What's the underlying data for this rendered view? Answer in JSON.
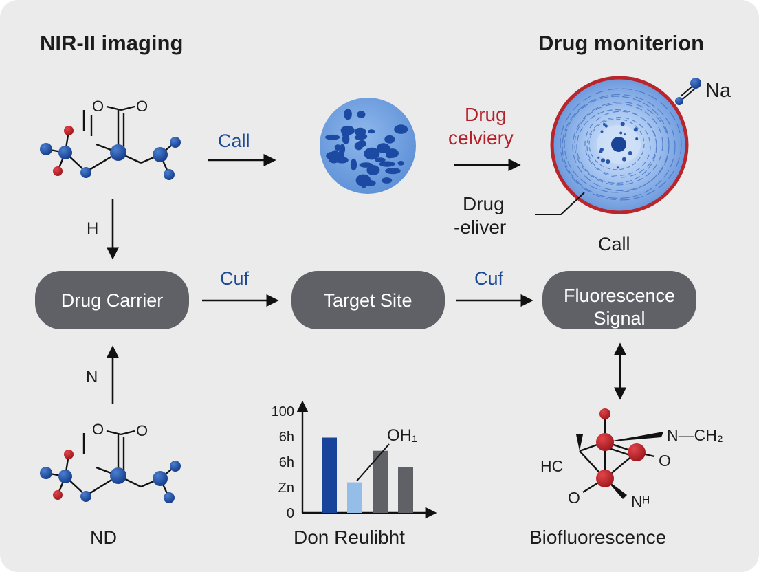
{
  "titles": {
    "left": "NIR-II imaging",
    "right": "Drug moniterion"
  },
  "top_row": {
    "call_arrow_label": "Call",
    "drug_delivery_label_line1": "Drug",
    "drug_delivery_label_line2": "celviery",
    "na_label": "Na",
    "cell_pointer_label_line1": "Drug",
    "cell_pointer_label_line2": "-eliver",
    "cell_caption": "Call"
  },
  "molecule_top": {
    "atom_label": "O",
    "atom_label2": "O"
  },
  "vertical_arrows": {
    "upper_label": "H",
    "lower_label": "N"
  },
  "flow": {
    "box1": "Drug Carrier",
    "arrow1_label": "Cuf",
    "box2": "Target Site",
    "arrow2_label": "Cuf",
    "box3_line1": "Fluorescence",
    "box3_line2": "Signal"
  },
  "molecule_bottom": {
    "atom_label": "O",
    "atom_label2": "O",
    "caption": "ND"
  },
  "chart_data": {
    "type": "bar",
    "y_tick_labels": [
      "100",
      "6h",
      "6h",
      "Zn",
      "0"
    ],
    "ylim": [
      0,
      100
    ],
    "values": [
      74,
      30,
      61,
      45
    ],
    "bar_colors": [
      "#17449a",
      "#94bde8",
      "#5f6166",
      "#5f6166"
    ],
    "annotation": "OH₁",
    "caption": "Don Reulibht"
  },
  "biofluor": {
    "label_n_ch2": "N—CH₂",
    "label_o_right": "O",
    "label_hc": "HC",
    "label_o_left": "O",
    "label_nh": "Nᴴ",
    "caption": "Biofluorescence"
  },
  "colors": {
    "background": "#ebebec",
    "node_box": "#5f6166",
    "atom_blue": "#1e4fa3",
    "atom_red": "#c0282e",
    "cell_ring": "#b8262c",
    "cell_fill": "#6f9fde",
    "arrow_label_blue": "#1d4a94",
    "arrow_label_red": "#b3202a"
  }
}
